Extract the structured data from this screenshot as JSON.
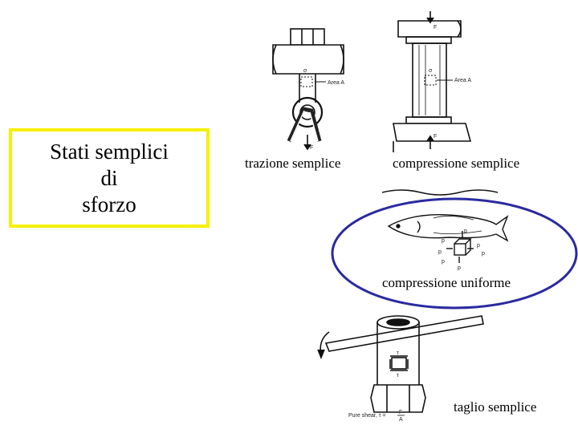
{
  "title": {
    "line1": "Stati semplici",
    "line2": "di",
    "line3": "sforzo"
  },
  "captions": {
    "tension": "trazione semplice",
    "compression": "compressione semplice",
    "uniform": "compressione uniforme",
    "shear": "taglio semplice"
  },
  "diagram_labels": {
    "area_a": "Area A",
    "force": "F",
    "sigma": "σ",
    "pressure": "p",
    "tau": "τ",
    "pure_shear": "Pure shear,  τ =",
    "shear_formula_num": "F",
    "shear_formula_den": "A"
  },
  "colors": {
    "title_border": "#f7f000",
    "ellipse": "#2a2aa0"
  }
}
